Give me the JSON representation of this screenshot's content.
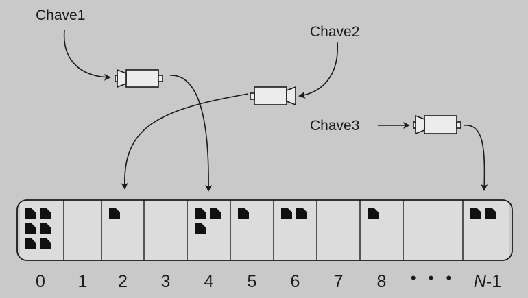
{
  "keys": [
    {
      "label": "Chave1",
      "target_bucket": 4
    },
    {
      "label": "Chave2",
      "target_bucket": 2
    },
    {
      "label": "Chave3",
      "target_bucket": "N-1"
    }
  ],
  "buckets": [
    {
      "label": "0",
      "items": 6
    },
    {
      "label": "1",
      "items": 0
    },
    {
      "label": "2",
      "items": 1
    },
    {
      "label": "3",
      "items": 0
    },
    {
      "label": "4",
      "items": 3
    },
    {
      "label": "5",
      "items": 1
    },
    {
      "label": "6",
      "items": 2
    },
    {
      "label": "7",
      "items": 0
    },
    {
      "label": "8",
      "items": 1
    },
    {
      "label": "",
      "items": 0
    },
    {
      "label": "N-1",
      "items": 2
    }
  ],
  "ellipsis": "• • •",
  "last_index": {
    "italic_part": "N",
    "rest": "-1"
  },
  "colors": {
    "background": "#c9c9c9",
    "bucket_fill": "#dcdcdc",
    "stroke": "#1a1a1a",
    "camera_fill": "#ececec",
    "item_fill": "#111111"
  },
  "icons": {
    "key_device": "video-camera-icon",
    "item": "document-icon"
  }
}
